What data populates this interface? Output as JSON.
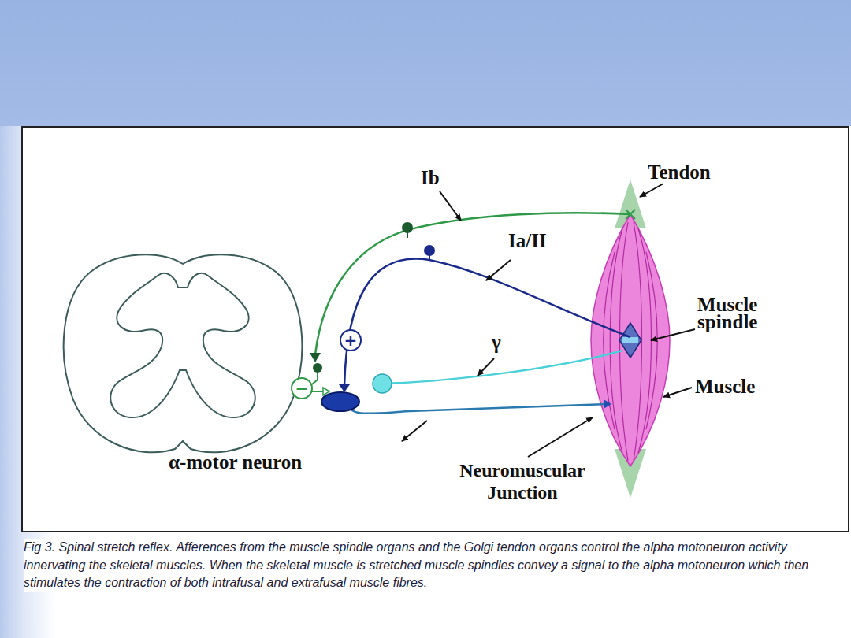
{
  "diagram": {
    "caption": "Fig 3. Spinal stretch reflex. Afferences from the muscle spindle organs and the Golgi tendon organs control the alpha motoneuron activity innervating the skeletal muscles. When the skeletal muscle is stretched muscle spindles convey a signal to the alpha motoneuron which then stimulates the contraction of both intrafusal and extrafusal muscle fibres.",
    "nodes": [
      {
        "text": [
          "+"
        ]
      },
      {
        "text": [
          "−"
        ]
      }
    ],
    "labels": [
      "Ib",
      "Ia/II",
      "Tendon",
      "Muscle spindle",
      "γ",
      "Muscle",
      "α-motor neuron",
      "Neuromuscular Junction"
    ]
  }
}
